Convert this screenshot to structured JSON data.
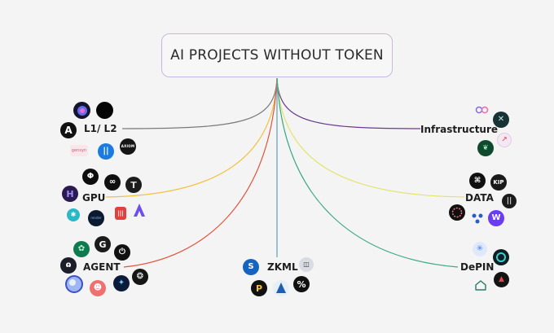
{
  "title": "AI PROJECTS WITHOUT TOKEN",
  "categories": {
    "l1l2": "L1/ L2",
    "gpu": "GPU",
    "agent": "AGENT",
    "zkml": "ZKML",
    "infrastructure": "Infrastructure",
    "data": "DATA",
    "depin": "DePIN"
  },
  "line_colors": {
    "l1l2": "#7a7a7a",
    "gpu": "#f2c13c",
    "agent": "#e0543c",
    "zkml": "#5aa0b8",
    "infrastructure": "#6a3a8e",
    "data": "#e3e36a",
    "depin": "#3aaa84"
  },
  "logo_texts": {
    "axiom": "AXIOM",
    "kip": "KIP",
    "gensyn": "gensyn",
    "render": "render"
  }
}
